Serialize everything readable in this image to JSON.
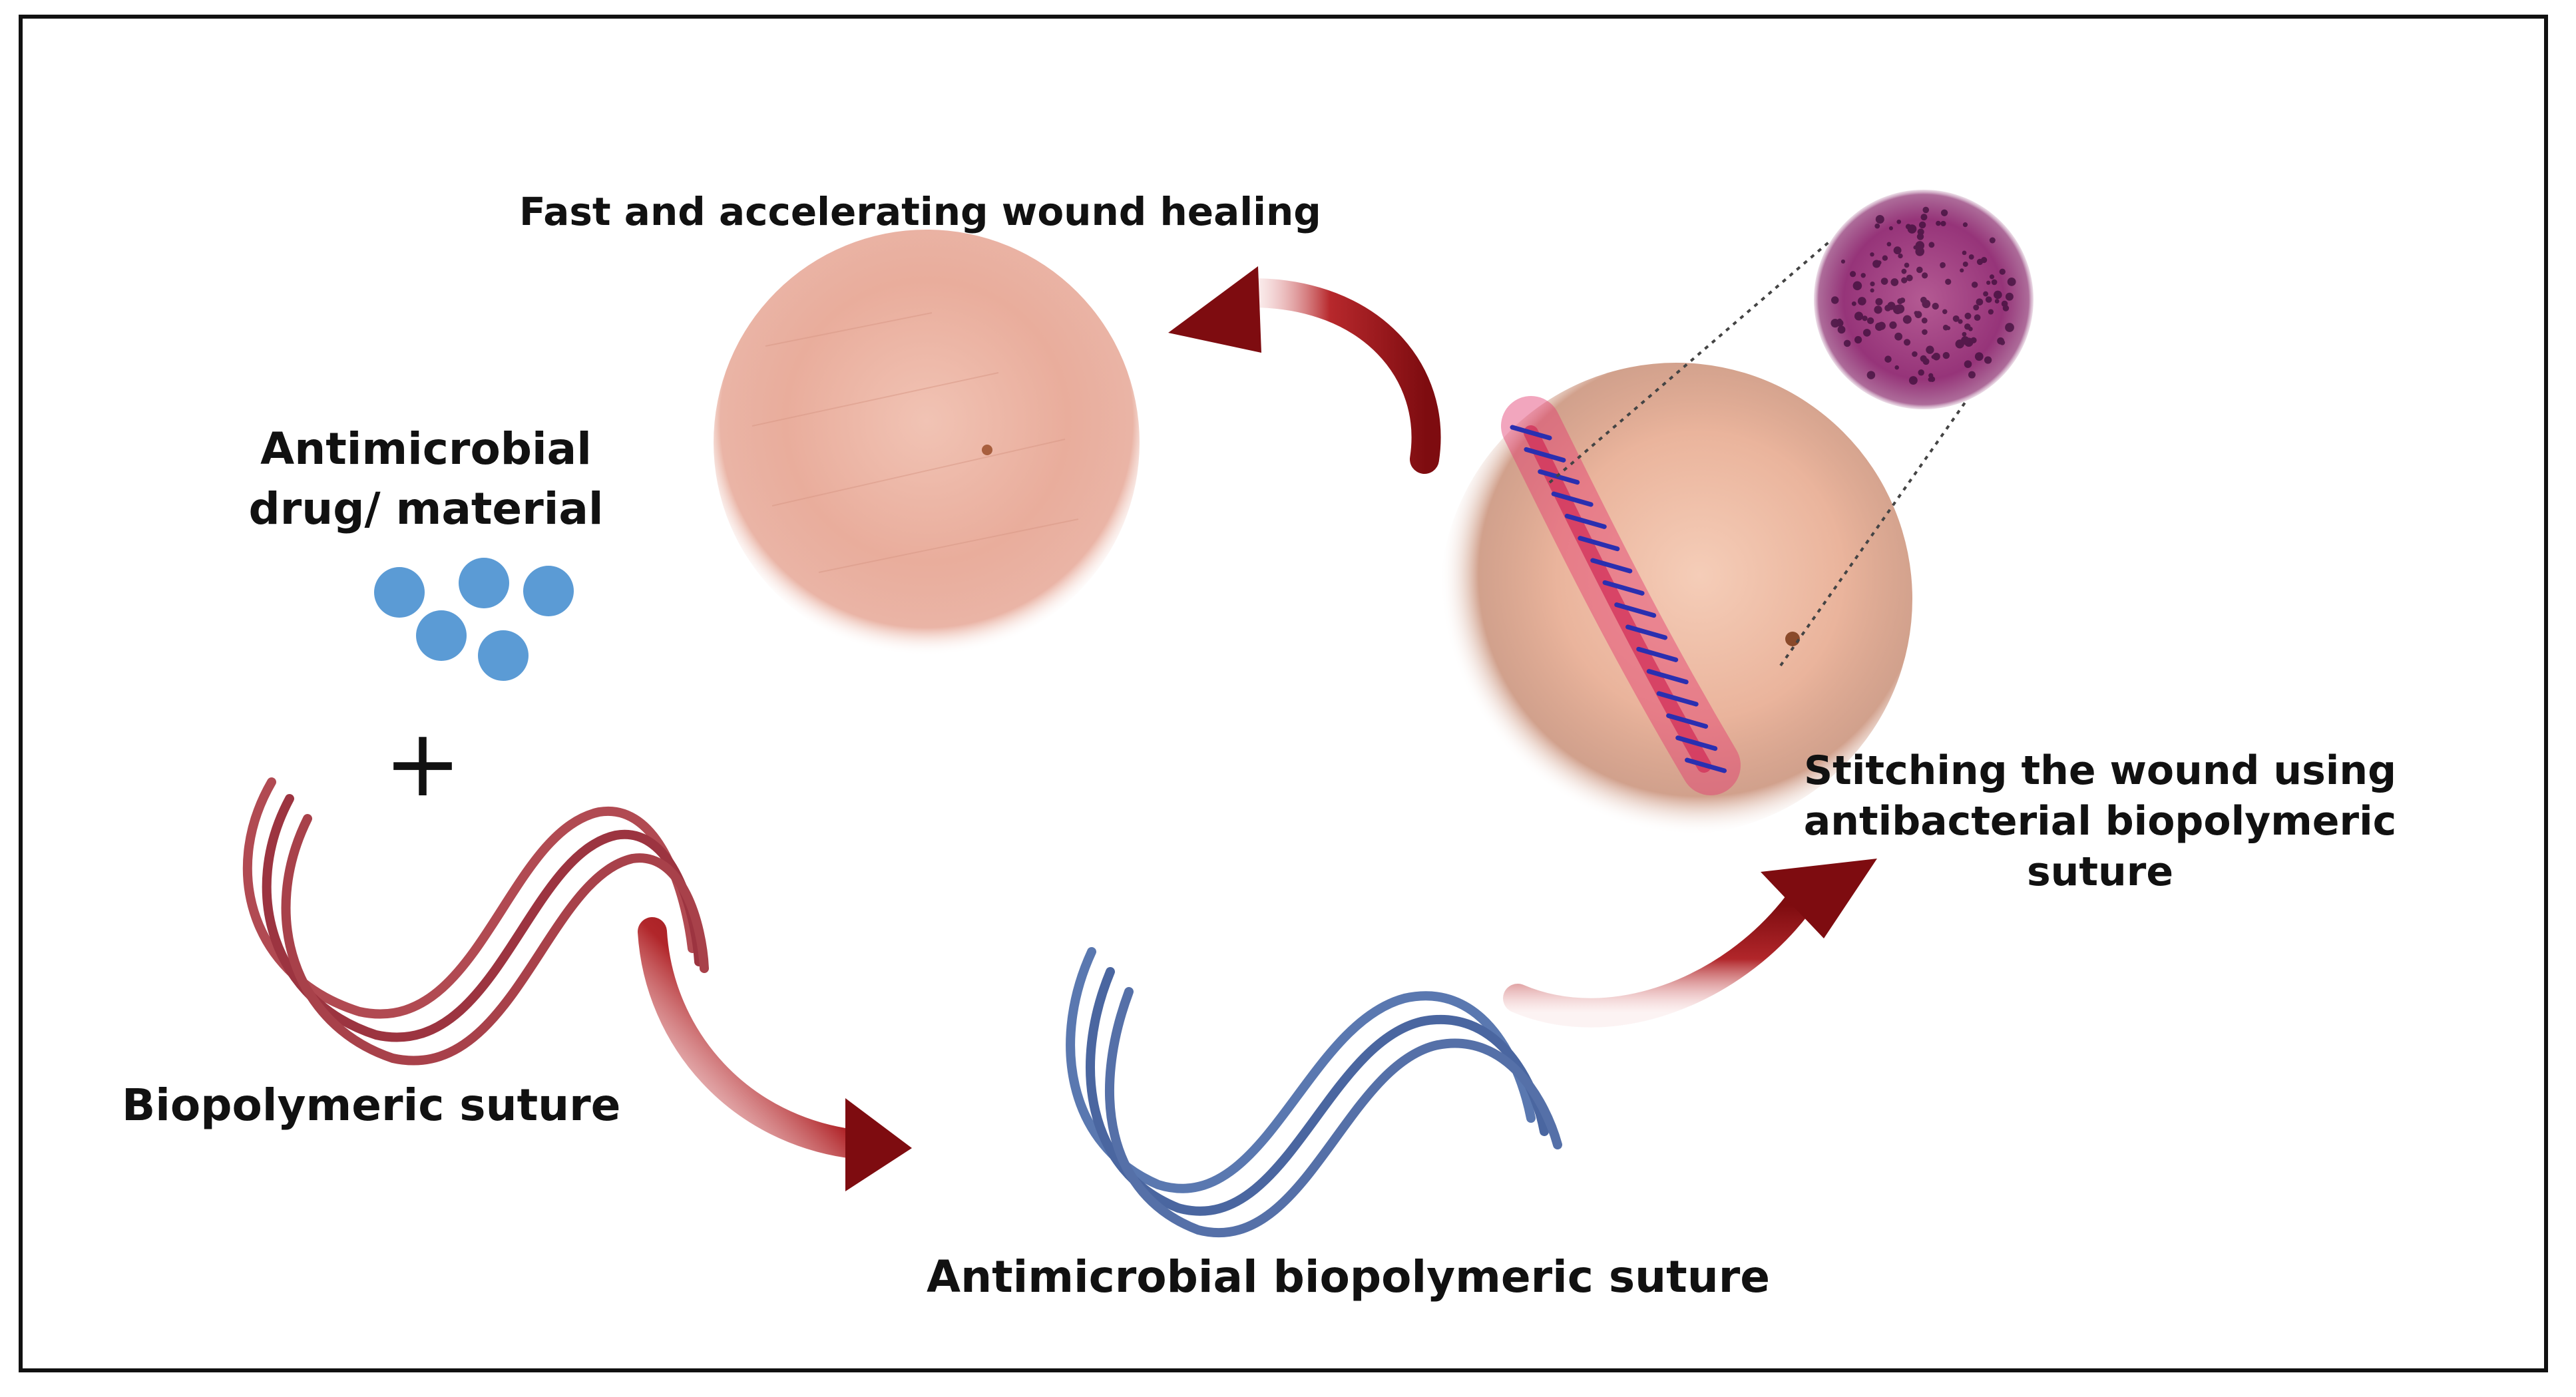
{
  "labels": {
    "healing": "Fast and accelerating wound healing",
    "drug_line1": "Antimicrobial",
    "drug_line2": "drug/ material",
    "biopolymeric_suture": "Biopolymeric suture",
    "antimicrobial_suture": "Antimicrobial biopolymeric suture",
    "stitch_line1": "Stitching the wound using",
    "stitch_line2": "antibacterial biopolymeric suture"
  },
  "symbols": {
    "plus": "+"
  },
  "colors": {
    "arrow": "#8b0f13",
    "drug_dots": "#5b9bd5",
    "red_suture": "#a83a44",
    "blue_suture": "#5470a8",
    "skin": "#eab19f",
    "histology": "#9b3a7a",
    "stitch_thread": "#2a2fb0"
  },
  "icons": [
    "healed-skin-image",
    "sutured-wound-image",
    "histology-image",
    "drug-dot-icon",
    "curved-arrow-icon"
  ]
}
